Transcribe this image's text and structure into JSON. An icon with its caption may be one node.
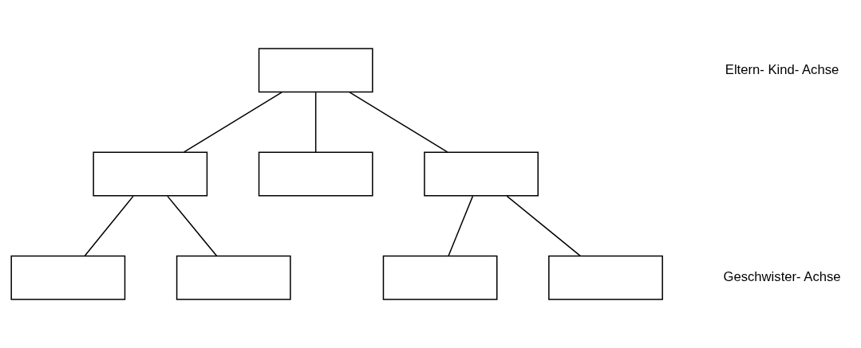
{
  "diagram": {
    "nodes": [
      {
        "text": [],
        "shape": "box"
      },
      {
        "text": [],
        "shape": "box"
      },
      {
        "text": [],
        "shape": "box"
      },
      {
        "text": [],
        "shape": "box"
      },
      {
        "text": [],
        "shape": "box"
      },
      {
        "text": [],
        "shape": "box"
      },
      {
        "text": [],
        "shape": "box"
      },
      {
        "text": [],
        "shape": "box"
      }
    ],
    "edges": [
      {
        "from": 0,
        "to": 1,
        "arrow": "none"
      },
      {
        "from": 0,
        "to": 2,
        "arrow": "none"
      },
      {
        "from": 0,
        "to": 3,
        "arrow": "none"
      },
      {
        "from": 1,
        "to": 4,
        "arrow": "none"
      },
      {
        "from": 1,
        "to": 5,
        "arrow": "none"
      },
      {
        "from": 3,
        "to": 6,
        "arrow": "none"
      },
      {
        "from": 3,
        "to": 7,
        "arrow": "none"
      }
    ],
    "labels": [
      "Eltern- Kind- Achse",
      "Geschwister- Achse"
    ]
  }
}
